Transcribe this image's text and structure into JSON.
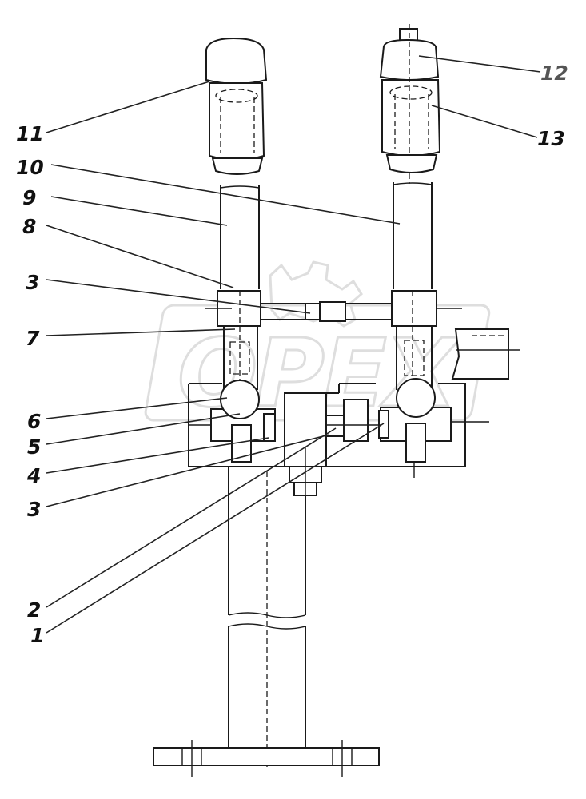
{
  "watermark": {
    "text": "OPEX",
    "color": "#c4c4c4"
  },
  "colors": {
    "line": "#1a1a1a",
    "label": "#111111",
    "label_faint": "#555555"
  },
  "callouts": {
    "c11": "11",
    "c10": "10",
    "c9": "9",
    "c8": "8",
    "c3_upper": "3",
    "c7": "7",
    "c6": "6",
    "c5": "5",
    "c4": "4",
    "c3_lower": "3",
    "c2": "2",
    "c1": "1",
    "c12": "12",
    "c13": "13"
  }
}
